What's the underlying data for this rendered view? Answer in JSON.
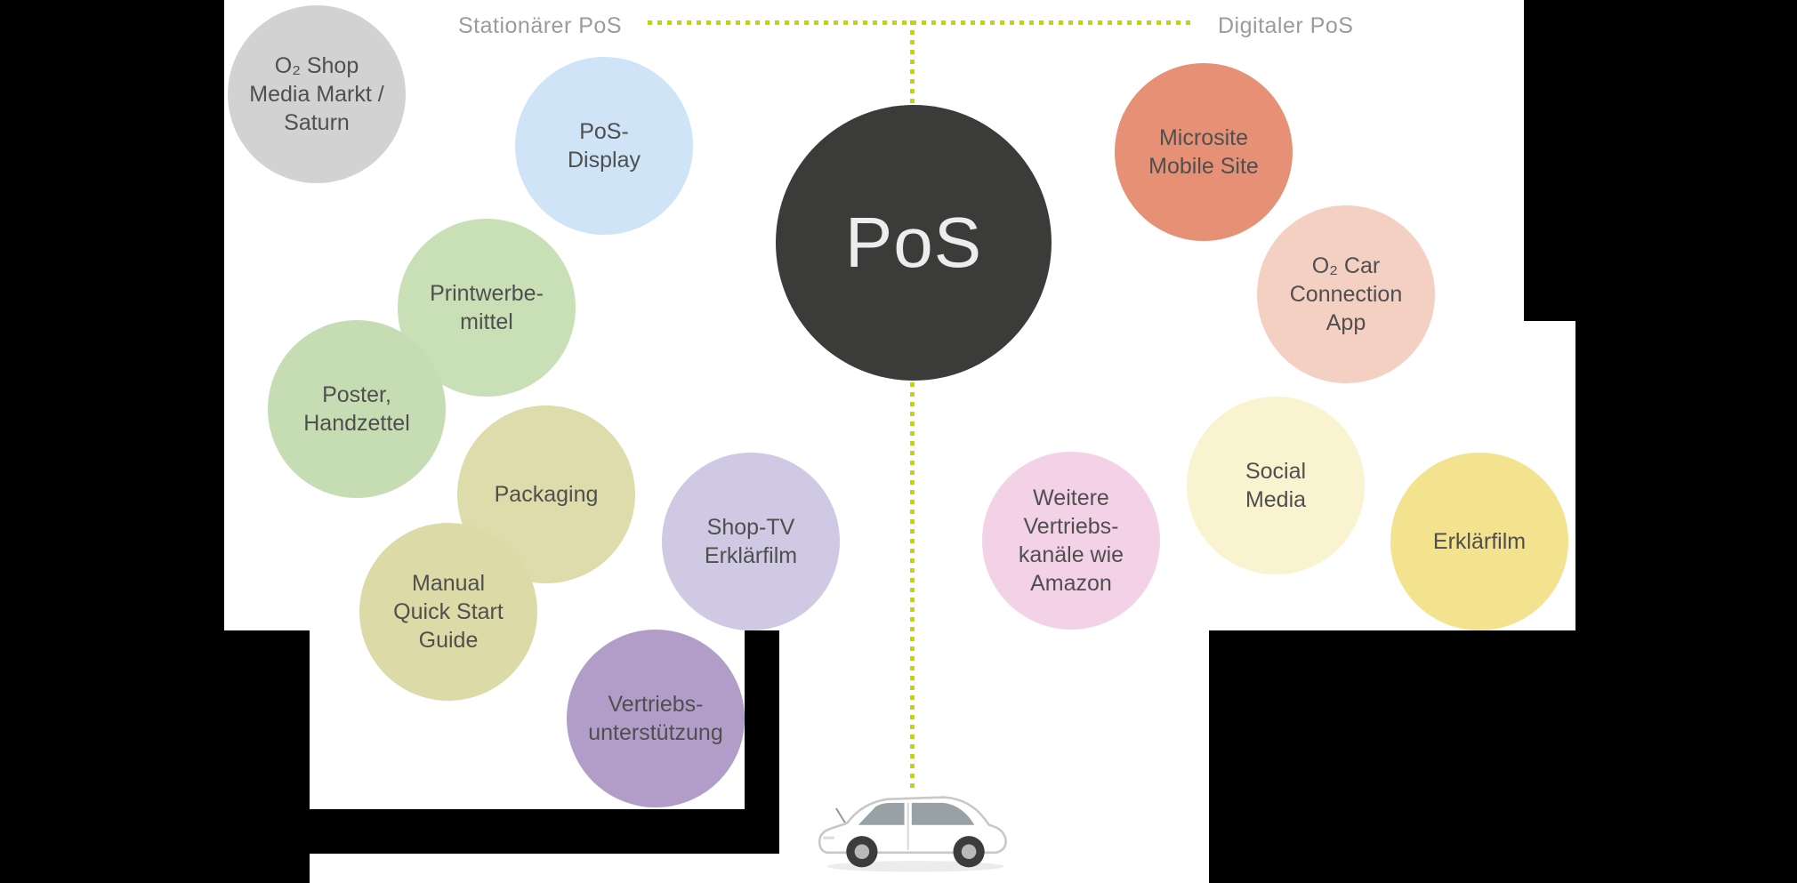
{
  "headers": {
    "left_label": "Stationärer PoS",
    "right_label": "Digitaler PoS"
  },
  "center_node": {
    "label": "PoS",
    "color": "#3b3b39",
    "text_color": "#ededed"
  },
  "divider": {
    "dotted_line_color": "#c3d600"
  },
  "icons": {
    "car": "car-side-view"
  },
  "bubbles": [
    {
      "id": "o2-shop",
      "label": "O₂ Shop\nMedia Markt /\nSaturn",
      "color": "#d2d2d2",
      "group": "stationary"
    },
    {
      "id": "pos-display",
      "label": "PoS-\nDisplay",
      "color": "#cfe5f7",
      "group": "stationary"
    },
    {
      "id": "printwerbemittel",
      "label": "Printwerbe-\nmittel",
      "color": "#c9dfb6",
      "group": "stationary"
    },
    {
      "id": "poster-handzettel",
      "label": "Poster,\nHandzettel",
      "color": "#c6ddb4",
      "group": "stationary"
    },
    {
      "id": "packaging",
      "label": "Packaging",
      "color": "#dedcaa",
      "group": "stationary"
    },
    {
      "id": "manual-quick-start-guide",
      "label": "Manual\nQuick Start\nGuide",
      "color": "#dcdaa6",
      "group": "stationary"
    },
    {
      "id": "shop-tv-erklaerfilm",
      "label": "Shop-TV\nErklärfilm",
      "color": "#cfc9e4",
      "group": "stationary"
    },
    {
      "id": "vertriebsunterstuetzung",
      "label": "Vertriebs-\nunterstützung",
      "color": "#b29dc8",
      "group": "stationary"
    },
    {
      "id": "microsite-mobile-site",
      "label": "Microsite\nMobile Site",
      "color": "#e69176",
      "group": "digital"
    },
    {
      "id": "o2-car-connection-app",
      "label": "O₂ Car\nConnection\nApp",
      "color": "#f4d0c3",
      "group": "digital"
    },
    {
      "id": "social-media",
      "label": "Social\nMedia",
      "color": "#faf3cf",
      "group": "digital"
    },
    {
      "id": "weitere-vertriebskanaele",
      "label": "Weitere\nVertriebs-\nkanäle wie\nAmazon",
      "color": "#f3d2e7",
      "group": "digital"
    },
    {
      "id": "erklaerfilm",
      "label": "Erklärfilm",
      "color": "#f3e28e",
      "group": "digital"
    }
  ]
}
